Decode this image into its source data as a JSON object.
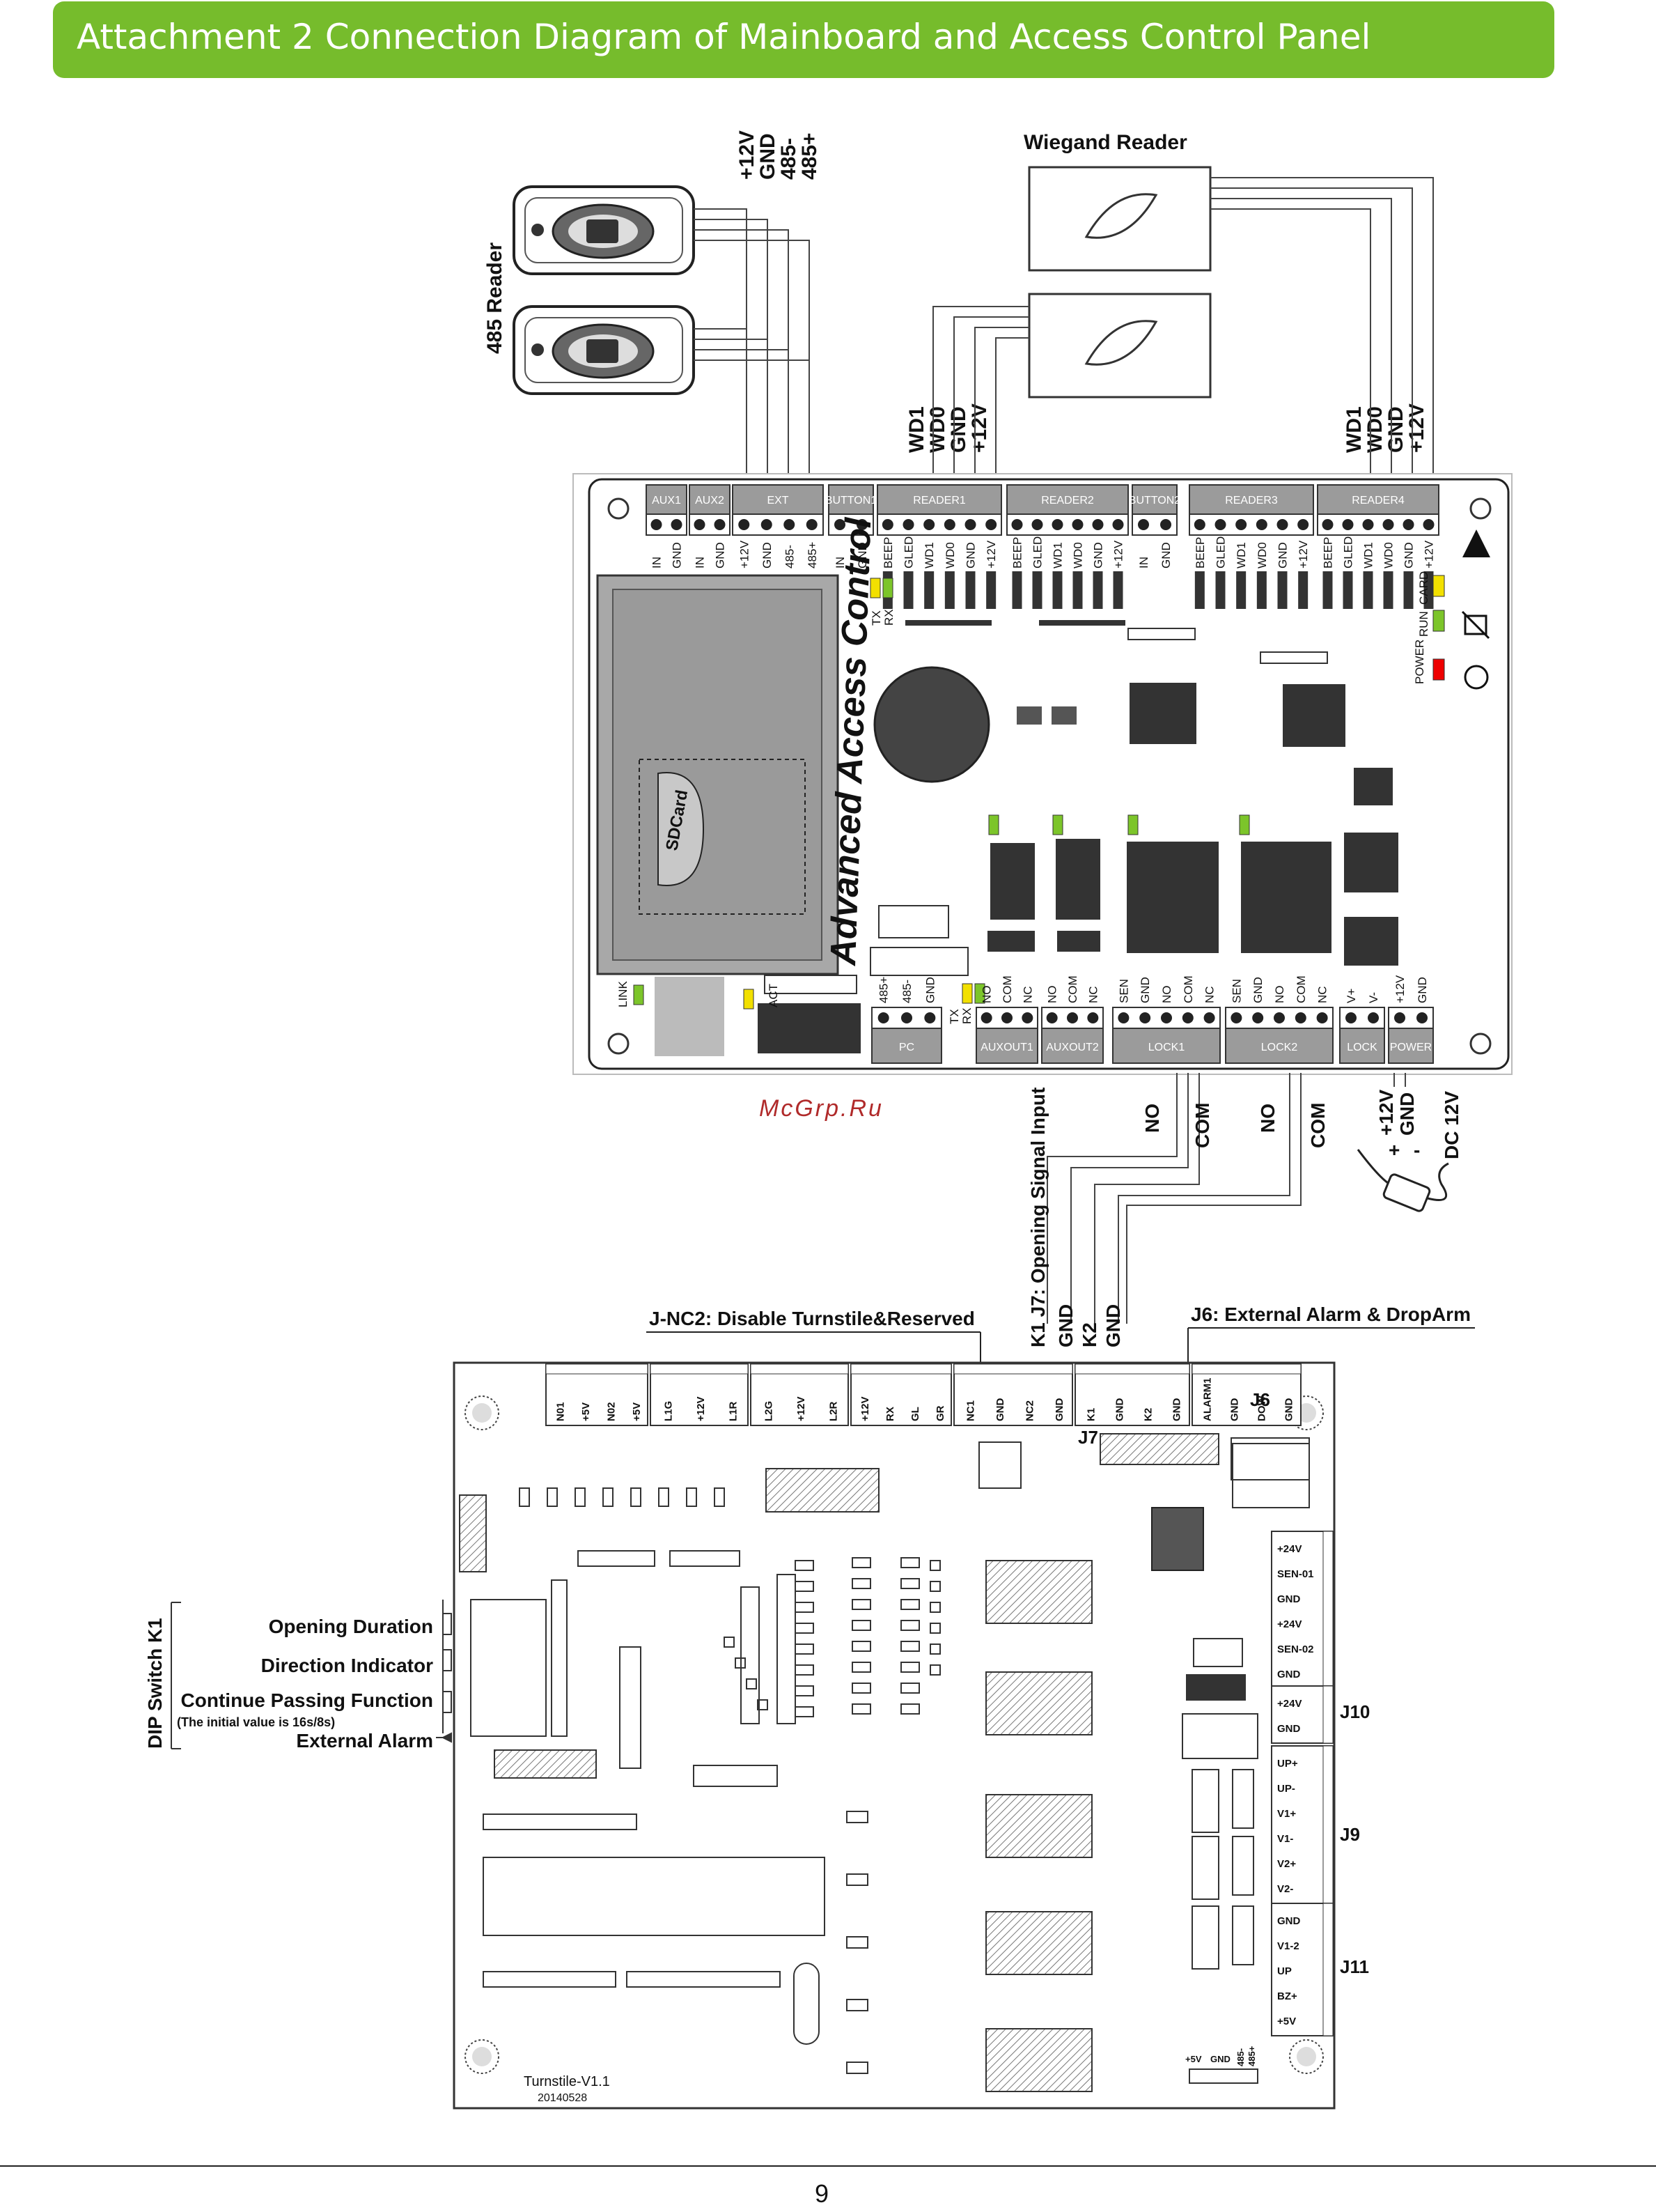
{
  "header": {
    "title": "Attachment 2 Connection Diagram of Mainboard and Access Control Panel",
    "accent_color": "#76bc2c"
  },
  "readers": {
    "rs485_label": "485 Reader",
    "rs485_pins": [
      "+12V",
      "GND",
      "485-",
      "485+"
    ],
    "wiegand_label": "Wiegand Reader",
    "wiegand_pins": [
      "WD1",
      "WD0",
      "GND",
      "+12V"
    ]
  },
  "panel": {
    "board_title": "Advanced Access Control",
    "sd_label": "SDCard",
    "top_blocks": [
      "AUX1",
      "AUX2",
      "EXT",
      "BUTTON1",
      "READER1",
      "READER2",
      "BUTTON2",
      "READER3",
      "READER4"
    ],
    "aux_pins": [
      "IN",
      "GND"
    ],
    "ext_pins": [
      "+12V",
      "GND",
      "485-",
      "485+"
    ],
    "button_pins": [
      "IN",
      "GND"
    ],
    "reader_pins": [
      "BEEP",
      "GLED",
      "WD1",
      "WD0",
      "GND",
      "+12V"
    ],
    "tx": "TX",
    "rx": "RX",
    "status_leds": [
      "CARD",
      "RUN",
      "POWER"
    ],
    "link": "LINK",
    "act": "ACT",
    "bottom_blocks": [
      "PC",
      "AUXOUT1",
      "AUXOUT2",
      "LOCK1",
      "LOCK2",
      "LOCK",
      "POWER"
    ],
    "pc_pins": [
      "485+",
      "485-",
      "GND"
    ],
    "auxout_pins": [
      "NO",
      "COM",
      "NC"
    ],
    "lockbus_pins": [
      "SEN",
      "GND",
      "NO",
      "COM",
      "NC"
    ],
    "lock_pins": [
      "V+",
      "V-"
    ],
    "power_pins": [
      "+12V",
      "GND"
    ]
  },
  "watermark": "McGrp.Ru",
  "wiring": {
    "opening_input": "K1  J7: Opening Signal Input",
    "no": "NO",
    "com": "COM",
    "power_12v": "+12V",
    "power_gnd": "GND",
    "plus": "+",
    "minus": "-",
    "dc": "DC 12V",
    "k_pins": [
      "GND",
      "K2",
      "GND"
    ]
  },
  "mainboard": {
    "jnc2_title": "J-NC2: Disable Turnstile&Reserved",
    "j6_title": "J6: External Alarm & DropArm",
    "top_pins": [
      "N01",
      "+5V",
      "N02",
      "+5V",
      "L1G",
      "+12V",
      "L1R",
      "L2G",
      "+12V",
      "L2R",
      "+12V",
      "RX",
      "GL",
      "GR",
      "NC1",
      "GND",
      "NC2",
      "GND",
      "K1",
      "GND",
      "K2",
      "GND",
      "ALARM1",
      "GND",
      "DOW",
      "GND"
    ],
    "j6": "J6",
    "j7": "J7",
    "j10": "J10",
    "j9": "J9",
    "j11": "J11",
    "right_pins_a": [
      "+24V",
      "SEN-01",
      "GND",
      "+24V",
      "SEN-02",
      "GND"
    ],
    "right_pins_j10": [
      "+24V",
      "GND"
    ],
    "right_pins_j9": [
      "UP+",
      "UP-",
      "V1+",
      "V1-",
      "V2+",
      "V2-"
    ],
    "right_pins_j11": [
      "GND",
      "V1-2",
      "UP",
      "BZ+",
      "+5V"
    ],
    "dip_title": "DIP Switch K1",
    "dip_labels": [
      "Opening Duration",
      "Direction Indicator",
      "Continue Passing Function",
      "External Alarm"
    ],
    "dip_note": "(The initial value is 16s/8s)",
    "model": "Turnstile-V1.1",
    "date": "20140528",
    "bottom_pins": [
      "+5V",
      "GND",
      "485-",
      "485+"
    ]
  },
  "footer": {
    "page": "9"
  }
}
